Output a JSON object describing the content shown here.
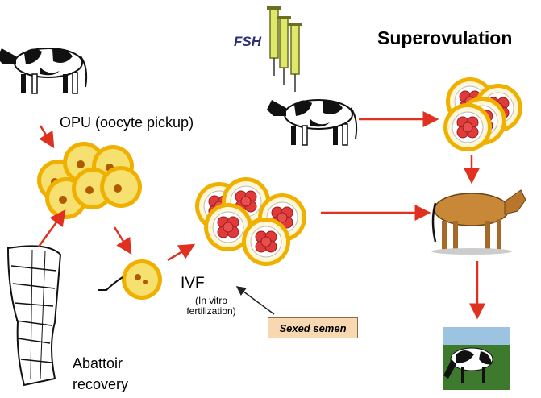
{
  "labels": {
    "title": "Superovulation",
    "fsh": "FSH",
    "opu": "OPU (oocyte pickup)",
    "ivf": "IVF",
    "ivf_sub": "(In vitro fertilization)",
    "abattoir": "Abattoir recovery",
    "sexed_semen": "Sexed semen"
  },
  "colors": {
    "arrow": "#e03020",
    "oocyte_ring": "#f0b000",
    "oocyte_fill": "#f6e070",
    "embryo_cell": "#e23a3a",
    "syringe": "#dfe86a",
    "label_box": "#f8d8b0"
  },
  "icons": {
    "cow_holstein": "holstein-cow-icon",
    "cow_jersey": "jersey-cow-icon",
    "syringes": "syringe-icon",
    "carcass": "carcass-diagram-icon",
    "calf_photo": "grazing-calf-icon"
  }
}
